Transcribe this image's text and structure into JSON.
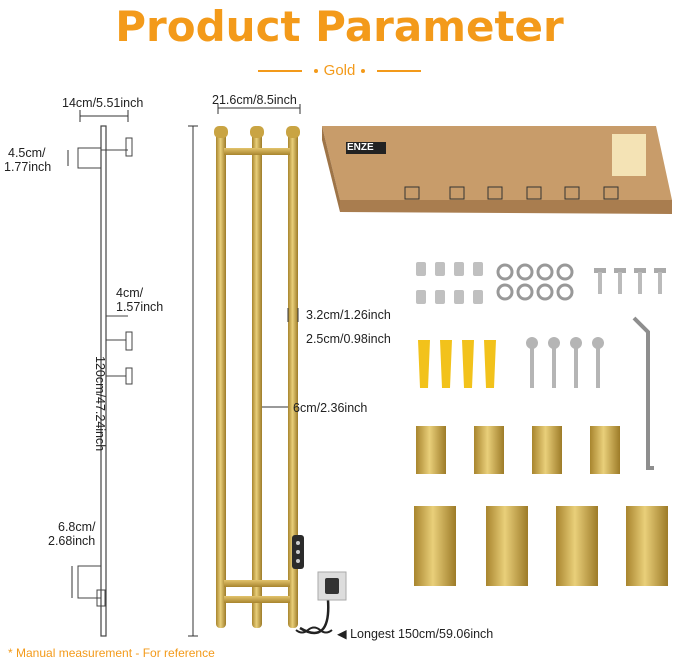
{
  "title": "Product Parameter",
  "color_label": "Gold",
  "dims": {
    "hook_spacing": "14cm/5.51inch",
    "top_hook_1": "4.5cm/",
    "top_hook_2": "1.77inch",
    "mid_gap_1": "4cm/",
    "mid_gap_2": "1.57inch",
    "bottom_1": "6.8cm/",
    "bottom_2": "2.68inch",
    "width": "21.6cm/8.5inch",
    "height": "120cm/47.24inch",
    "bar_dia_1": "3.2cm/1.26inch",
    "bar_dia_2": "2.5cm/0.98inch",
    "bar_gap": "6cm/2.36inch",
    "cord": "◀ Longest 150cm/59.06inch"
  },
  "box_brand": "ENZE",
  "note": "* Manual measurement - For reference",
  "colors": {
    "accent": "#f39a1a",
    "gold": "#c9a443",
    "box": "#b58a5a"
  }
}
